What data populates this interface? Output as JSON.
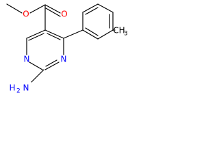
{
  "molecule": {
    "atoms": {
      "O_ether": "O",
      "O_carbonyl": "O",
      "N3": "N",
      "N1": "N",
      "NH2": "H",
      "NH2_N": "N",
      "NH2_sub": "2",
      "CH3": "CH",
      "CH3_sub": "3"
    }
  },
  "colors": {
    "bond": "#000000",
    "oxygen": "#ff0000",
    "nitrogen": "#0000ff",
    "carbon": "#000000"
  }
}
